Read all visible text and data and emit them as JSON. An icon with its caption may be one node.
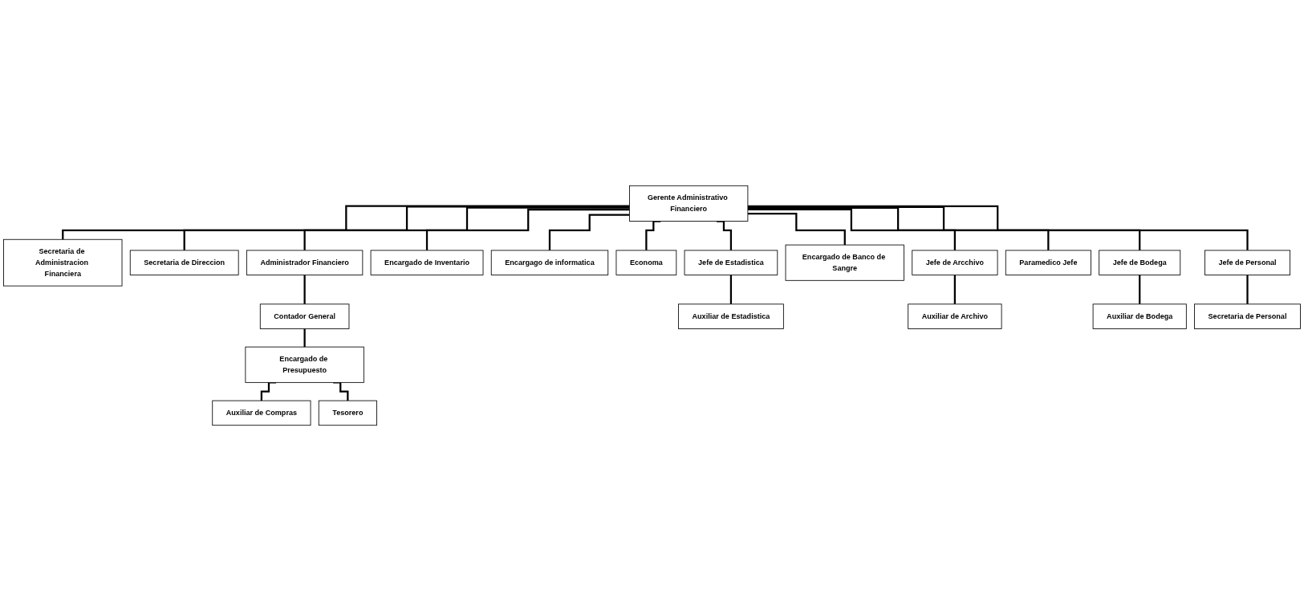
{
  "diagram": {
    "nodes": [
      {
        "text": [
          "Gerente Administrativo Financiero"
        ]
      },
      {
        "text": [
          "Secretaria de Administracion Financiera"
        ]
      },
      {
        "text": [
          "Secretaria de Direccion"
        ]
      },
      {
        "text": [
          "Administrador Financiero"
        ]
      },
      {
        "text": [
          "Encargado de Inventario"
        ]
      },
      {
        "text": [
          "Encargago de informatica"
        ]
      },
      {
        "text": [
          "Economa"
        ]
      },
      {
        "text": [
          "Jefe de Estadistica"
        ]
      },
      {
        "text": [
          "Encargado de Banco de Sangre"
        ]
      },
      {
        "text": [
          "Jefe de Arcchivo"
        ]
      },
      {
        "text": [
          "Paramedico Jefe"
        ]
      },
      {
        "text": [
          "Jefe de Bodega"
        ]
      },
      {
        "text": [
          "Jefe de Personal"
        ]
      },
      {
        "text": [
          "Contador General"
        ]
      },
      {
        "text": [
          "Auxiliar de Estadistica"
        ]
      },
      {
        "text": [
          "Auxiliar de Archivo"
        ]
      },
      {
        "text": [
          "Auxiliar de Bodega"
        ]
      },
      {
        "text": [
          "Secretaria de Personal"
        ]
      },
      {
        "text": [
          "Encargado de Presupuesto"
        ]
      },
      {
        "text": [
          "Auxiliar de Compras"
        ]
      },
      {
        "text": [
          "Tesorero"
        ]
      }
    ],
    "edges": [
      {
        "from": 0,
        "to": 1,
        "arrow": "none"
      },
      {
        "from": 0,
        "to": 2,
        "arrow": "none"
      },
      {
        "from": 0,
        "to": 3,
        "arrow": "none"
      },
      {
        "from": 0,
        "to": 4,
        "arrow": "none"
      },
      {
        "from": 0,
        "to": 5,
        "arrow": "none"
      },
      {
        "from": 0,
        "to": 6,
        "arrow": "none"
      },
      {
        "from": 0,
        "to": 7,
        "arrow": "none"
      },
      {
        "from": 0,
        "to": 8,
        "arrow": "none"
      },
      {
        "from": 0,
        "to": 9,
        "arrow": "none"
      },
      {
        "from": 0,
        "to": 10,
        "arrow": "none"
      },
      {
        "from": 0,
        "to": 11,
        "arrow": "none"
      },
      {
        "from": 0,
        "to": 12,
        "arrow": "none"
      },
      {
        "from": 3,
        "to": 13,
        "arrow": "none"
      },
      {
        "from": 7,
        "to": 14,
        "arrow": "none"
      },
      {
        "from": 9,
        "to": 15,
        "arrow": "none"
      },
      {
        "from": 11,
        "to": 16,
        "arrow": "none"
      },
      {
        "from": 12,
        "to": 17,
        "arrow": "none"
      },
      {
        "from": 13,
        "to": 18,
        "arrow": "none"
      },
      {
        "from": 18,
        "to": 19,
        "arrow": "none"
      },
      {
        "from": 18,
        "to": 20,
        "arrow": "none"
      }
    ]
  }
}
